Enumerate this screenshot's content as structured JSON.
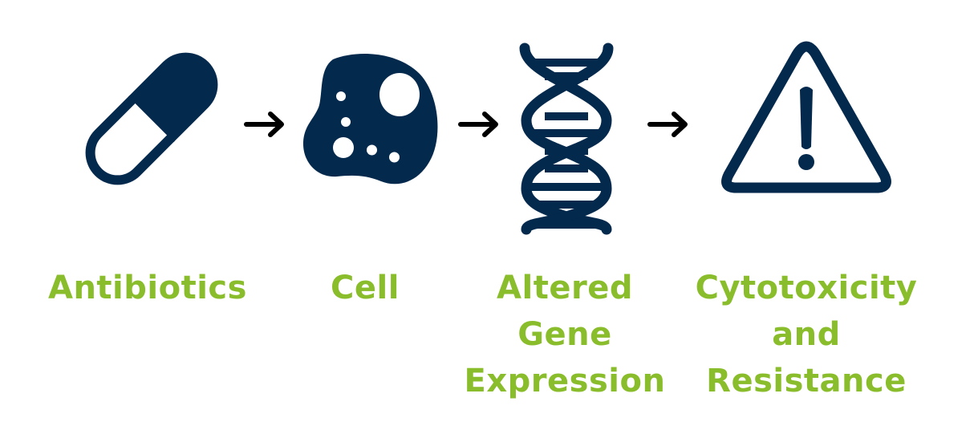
{
  "diagram": {
    "type": "process-flow",
    "colors": {
      "icon": "#03294d",
      "arrow": "#000000",
      "label": "#8abd2c",
      "background": "#ffffff"
    },
    "steps": [
      {
        "icon": "pill-capsule-icon",
        "label_lines": [
          "Antibiotics"
        ]
      },
      {
        "icon": "cell-icon",
        "label_lines": [
          "Cell"
        ]
      },
      {
        "icon": "dna-helix-icon",
        "label_lines": [
          "Altered",
          "Gene",
          "Expression"
        ]
      },
      {
        "icon": "warning-triangle-icon",
        "label_lines": [
          "Cytotoxicity",
          "and",
          "Resistance"
        ]
      }
    ],
    "connectors": [
      {
        "icon": "arrow-right-icon",
        "from": 0,
        "to": 1
      },
      {
        "icon": "arrow-right-icon",
        "from": 1,
        "to": 2
      },
      {
        "icon": "arrow-right-icon",
        "from": 2,
        "to": 3
      }
    ]
  }
}
